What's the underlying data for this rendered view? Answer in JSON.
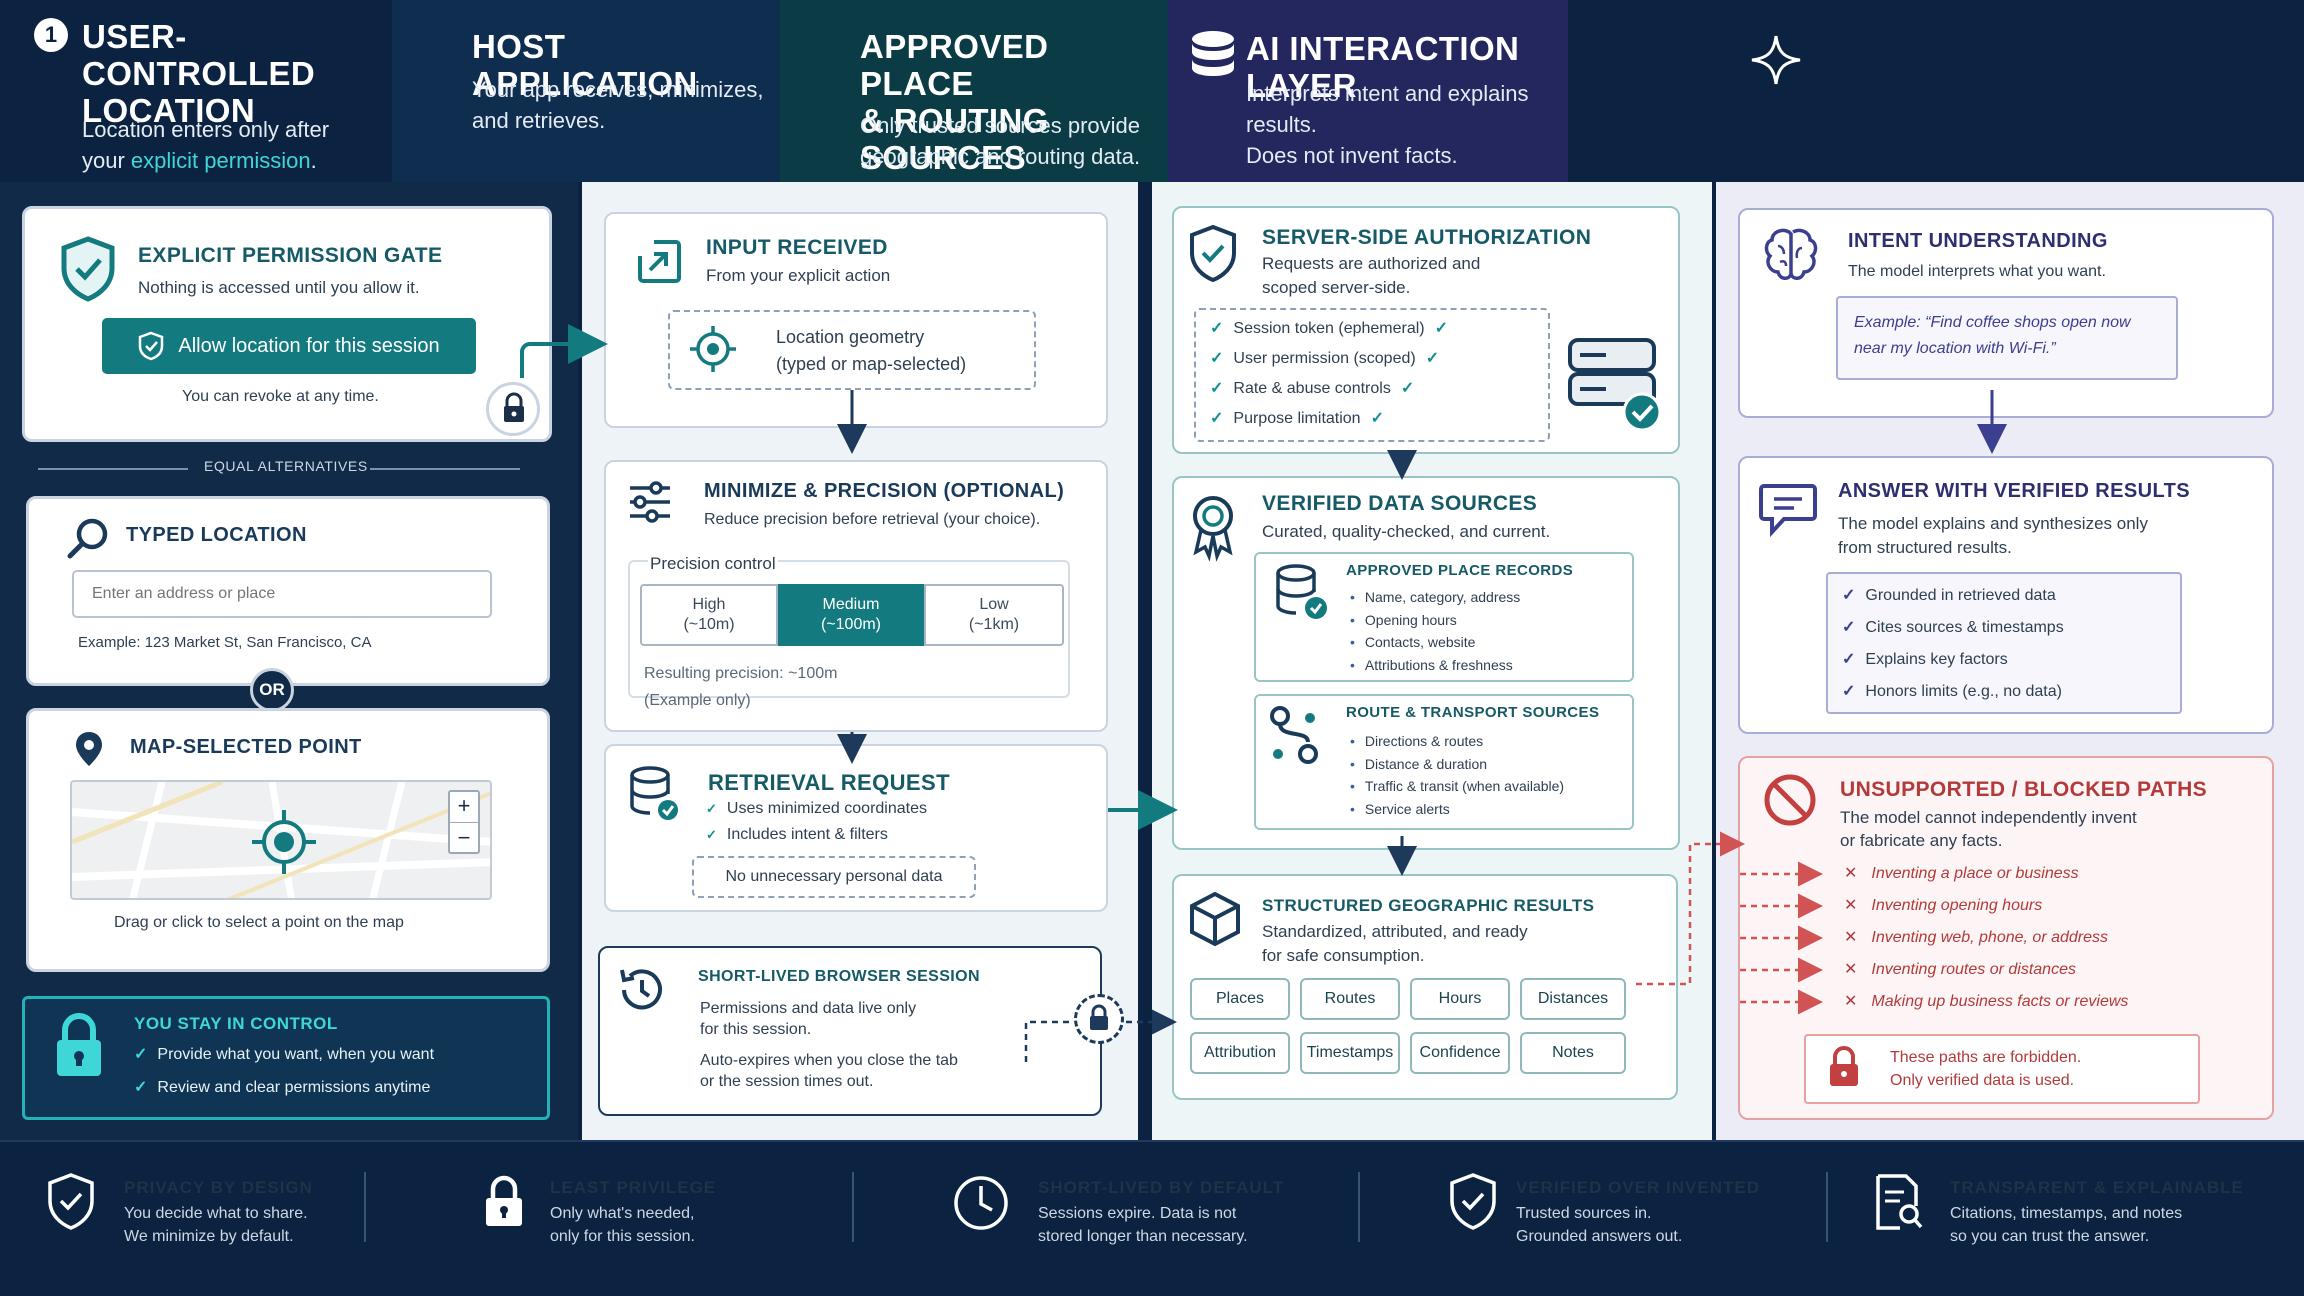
{
  "col1": {
    "step": "1",
    "title": "USER-CONTROLLED\nLOCATION",
    "subtitle_pre": "Location enters only after\nyour ",
    "subtitle_highlight": "explicit permission",
    "subtitle_post": ".",
    "gate": {
      "title": "EXPLICIT PERMISSION GATE",
      "text": "Nothing is accessed until you allow it.",
      "button": "Allow location for this session",
      "note": "You can revoke at any time."
    },
    "divider": "EQUAL ALTERNATIVES",
    "typed": {
      "title": "TYPED LOCATION",
      "placeholder": "Enter an address or place",
      "example_label": "Example:",
      "example": "123 Market St, San Francisco, CA"
    },
    "or": "OR",
    "map": {
      "title": "MAP-SELECTED POINT",
      "zoom_in": "+",
      "zoom_out": "−",
      "caption": "Drag or click to select a point on the map"
    },
    "control": {
      "title": "YOU STAY IN CONTROL",
      "items": [
        "Provide what you want, when you want",
        "Review and clear permissions anytime"
      ]
    }
  },
  "col2": {
    "title": "HOST APPLICATION",
    "subtitle": "Your app receives, minimizes,\nand retrieves.",
    "input": {
      "title": "INPUT RECEIVED",
      "text": "From your explicit action",
      "geometry": "Location geometry\n(typed or map-selected)"
    },
    "minimize": {
      "title": "MINIMIZE & PRECISION (OPTIONAL)",
      "text": "Reduce precision before retrieval (your choice).",
      "control_label": "Precision control",
      "options": [
        "High\n(~10m)",
        "Medium\n(~100m)",
        "Low\n(~1km)"
      ],
      "selected": "Medium",
      "result": "Resulting precision: ~100m\n(Example only)"
    },
    "retrieval": {
      "title": "RETRIEVAL REQUEST",
      "items": [
        "Uses minimized coordinates",
        "Includes intent & filters"
      ],
      "note": "No unnecessary personal data"
    },
    "session": {
      "title": "SHORT-LIVED BROWSER SESSION",
      "text1": "Permissions and data live only\nfor this session.",
      "text2": "Auto-expires when you close the tab\nor the session times out."
    }
  },
  "col3": {
    "title": "APPROVED PLACE\n& ROUTING SOURCES",
    "subtitle": "Only trusted sources provide\ngeographic and routing data.",
    "auth": {
      "title": "SERVER-SIDE AUTHORIZATION",
      "text": "Requests are authorized and\nscoped server-side.",
      "items": [
        "Session token (ephemeral)",
        "User permission (scoped)",
        "Rate & abuse controls",
        "Purpose limitation"
      ]
    },
    "verified": {
      "title": "VERIFIED DATA SOURCES",
      "text": "Curated, quality-checked, and current."
    },
    "records": {
      "title": "APPROVED PLACE RECORDS",
      "items": [
        "Name, category, address",
        "Opening hours",
        "Contacts, website",
        "Attributions & freshness"
      ]
    },
    "routes": {
      "title": "ROUTE & TRANSPORT SOURCES",
      "items": [
        "Directions & routes",
        "Distance & duration",
        "Traffic & transit (when available)",
        "Service alerts"
      ]
    },
    "structured": {
      "title": "STRUCTURED GEOGRAPHIC RESULTS",
      "text": "Standardized, attributed, and ready\nfor safe consumption.",
      "tags": [
        "Places",
        "Routes",
        "Hours",
        "Distances",
        "Attribution",
        "Timestamps",
        "Confidence",
        "Notes"
      ]
    }
  },
  "col4": {
    "title": "AI INTERACTION LAYER",
    "subtitle": "Interprets intent and explains results.\nDoes not invent facts.",
    "intent": {
      "title": "INTENT UNDERSTANDING",
      "text": "The model interprets what you want.",
      "example": "Example: “Find coffee shops open now\nnear my location with Wi-Fi.”"
    },
    "answer": {
      "title": "ANSWER WITH VERIFIED RESULTS",
      "text": "The model explains and synthesizes only\nfrom structured results.",
      "items": [
        "Grounded in retrieved data",
        "Cites sources & timestamps",
        "Explains key factors",
        "Honors limits (e.g., no data)"
      ]
    },
    "blocked": {
      "title": "UNSUPPORTED / BLOCKED PATHS",
      "text": "The model cannot independently invent\nor fabricate any facts.",
      "items": [
        "Inventing a place or business",
        "Inventing opening hours",
        "Inventing web, phone, or address",
        "Inventing routes or distances",
        "Making up business facts or reviews"
      ],
      "note": "These paths are forbidden.\nOnly verified data is used."
    }
  },
  "footer": [
    {
      "title": "PRIVACY BY DESIGN",
      "text": "You decide what to share.\nWe minimize by default."
    },
    {
      "title": "LEAST PRIVILEGE",
      "text": "Only what's needed,\nonly for this session."
    },
    {
      "title": "SHORT-LIVED BY DEFAULT",
      "text": "Sessions expire. Data is not\nstored longer than necessary."
    },
    {
      "title": "VERIFIED OVER INVENTED",
      "text": "Trusted sources in.\nGrounded answers out."
    },
    {
      "title": "TRANSPARENT & EXPLAINABLE",
      "text": "Citations, timestamps, and notes\nso you can trust the answer."
    }
  ],
  "colors": {
    "navy": "#0b2340",
    "teal": "#137b80",
    "violet": "#24265e",
    "red": "#c24040"
  }
}
